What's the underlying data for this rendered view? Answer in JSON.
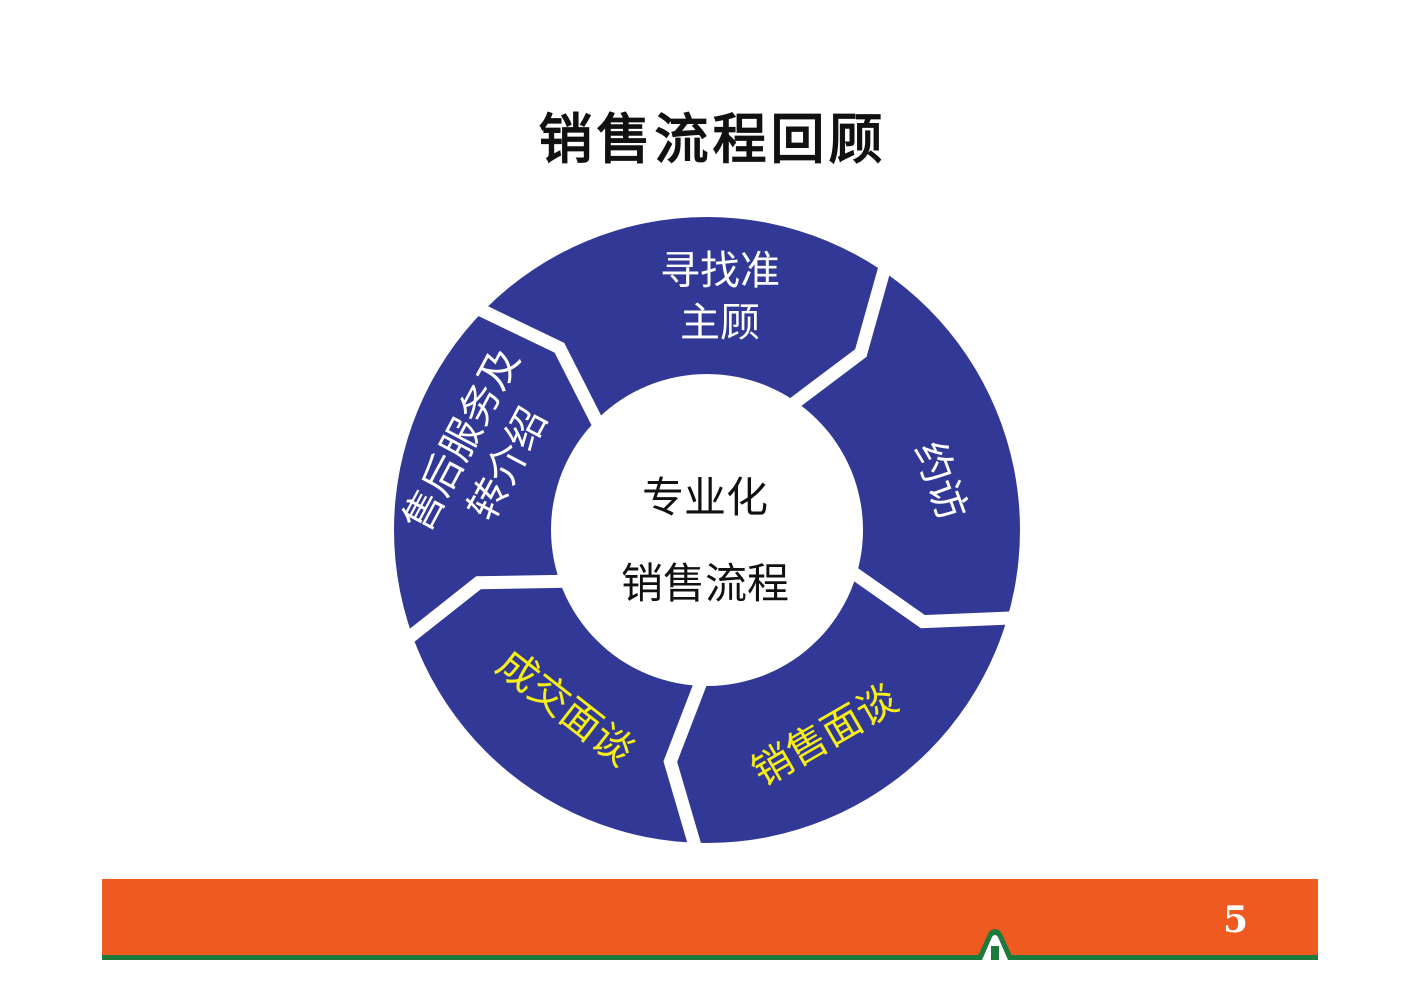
{
  "title": "销售流程回顾",
  "center": {
    "line1": "专业化",
    "line2": "销售流程"
  },
  "steps": [
    {
      "label_line1": "寻找准",
      "label_line2": "主顾"
    },
    {
      "label_line1": "约访"
    },
    {
      "label_line1": "销售面谈"
    },
    {
      "label_line1": "成交面谈"
    },
    {
      "label_line1": "售后服务及",
      "label_line2": "转介绍"
    }
  ],
  "page_number": "5",
  "colors": {
    "ring": "#323896",
    "footer": "#ef5a20",
    "footer_line": "#1b7a3c",
    "highlight_text": "#f5ee18"
  }
}
